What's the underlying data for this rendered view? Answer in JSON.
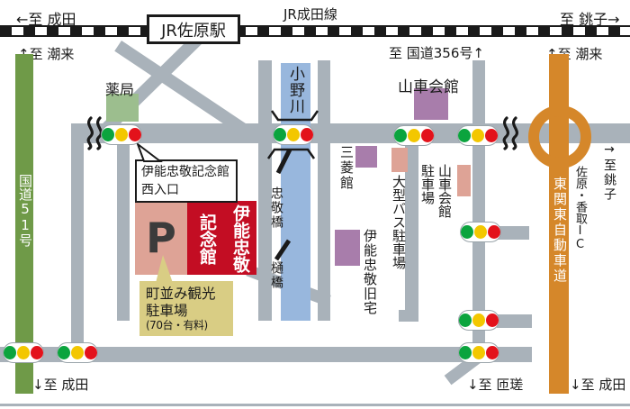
{
  "colors": {
    "road": "#a9b2ba",
    "river": "#98b7dd",
    "route51": "#6f9a48",
    "highway": "#d5872a",
    "museum_red": "#c30d23",
    "parking_pink": "#dea396",
    "parking_yellow": "#d9cd84",
    "pharmacy_green": "#9cbe8e",
    "landmark_purple": "#a87dab",
    "signal_green": "#0ba43e",
    "signal_yellow": "#f3c700",
    "signal_red": "#e3121b"
  },
  "railway": {
    "line": "JR成田線",
    "station": "JR佐原駅",
    "west": "←至 成田",
    "east": "至 銚子→"
  },
  "directions": {
    "route51_north": "↑至 潮来",
    "route51_south": "↓至 成田",
    "route356": "至 国道356号↑",
    "highway_north": "↑至 潮来",
    "highway_south": "↓至 成田",
    "sosa_south": "↓至 匝瑳",
    "choshi_east": "→至銚子"
  },
  "roads": {
    "route51": "国道51号",
    "highway": "東関東自動車道",
    "interchange": "佐原・香取IC"
  },
  "river": {
    "name": "小野川",
    "bridge_chukei": "忠敬橋",
    "bridge_toyohashi": "樋橋"
  },
  "places": {
    "pharmacy": "薬局",
    "dashi_hall": "山車会館",
    "mitsubishi_hall": "三菱館",
    "bus_parking": "大型バス駐車場",
    "dashi_parking": [
      "山車会館",
      "駐車場"
    ],
    "old_residence": "伊能忠敬旧宅",
    "museum": [
      "伊能忠敬",
      "記念館"
    ],
    "parking_mark": "P",
    "town_parking": [
      "町並み観光",
      "駐車場",
      "(70台・有料)"
    ],
    "west_entrance": [
      "伊能忠敬記念館",
      "西入口"
    ]
  }
}
